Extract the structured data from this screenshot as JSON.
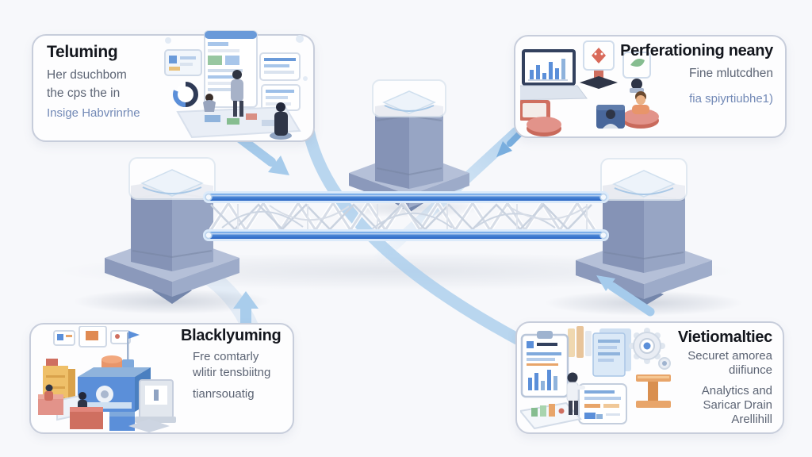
{
  "title": "Platform truss-bridge concept diagram",
  "colors": {
    "background": "#f7f8fb",
    "box_border": "#c7cddb",
    "heading_text": "#14171e",
    "body_text": "#5c6474",
    "link_text": "#7289b6",
    "rail_blue": "#2f6fc9",
    "rail_halo": "#d9e9fa",
    "band_blue": "#a9cdec",
    "pillar_face_light": "#97a5c4",
    "pillar_face_dark": "#8593b6",
    "platform_top": "#b5c0d8"
  },
  "callouts": {
    "top_left": {
      "heading": "Teluming",
      "lines": [
        "Her dsuchbom",
        "the cps the in"
      ],
      "link": "Insige Habvrinrhe",
      "illustration": "team-workspace-illustration"
    },
    "top_right": {
      "heading": "Perferationing neany",
      "lines": [
        "Fine mlutcdhen"
      ],
      "link": "fia spiyrtiubhe1)",
      "illustration": "isometric-devices-illustration"
    },
    "bottom_left": {
      "heading": "Blacklyuming",
      "lines": [
        "Fre comtarly",
        "wlitir tensbiitng",
        "tianrsouatig"
      ],
      "illustration": "warehouse-illustration"
    },
    "bottom_right": {
      "heading": "Vietiomaltiec",
      "lines": [
        "Securet amorea",
        "diifiunce"
      ],
      "lines2": [
        "Analytics and",
        "Saricar Drain",
        "Arellihill"
      ],
      "illustration": "analytics-construction-illustration"
    }
  },
  "diagram": {
    "pillars": [
      "pillar-left",
      "pillar-center",
      "pillar-right"
    ],
    "bridge": "truss-bridge",
    "arrows": [
      "arrow-top-left",
      "arrow-top-right",
      "arrow-bottom-left-up",
      "arrow-bottom-right-up"
    ],
    "bands": [
      "band-diagonal-long",
      "band-diagonal-cross",
      "swoosh-bottom-left"
    ]
  }
}
